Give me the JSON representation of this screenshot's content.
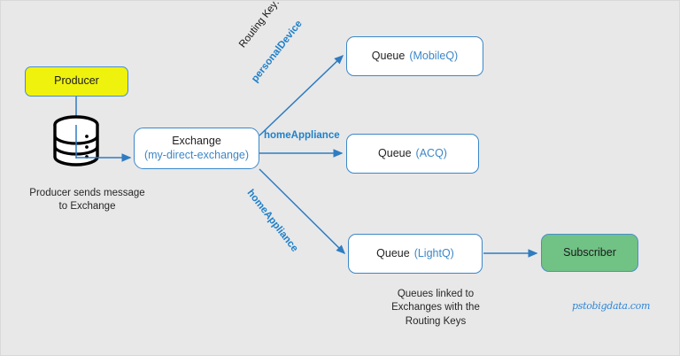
{
  "diagram": {
    "background_color": "#e8e8e9",
    "accent_blue": "#3b87c8",
    "routing_key_blue": "#1f80c8",
    "producer_yellow": "#eff20d",
    "subscriber_green": "#71c285",
    "nodes": {
      "producer": {
        "label": "Producer"
      },
      "database": {
        "icon": "database-cylinder-icon"
      },
      "exchange": {
        "label_main": "Exchange",
        "label_sub": "(my-direct-exchange)"
      },
      "queue_mobile": {
        "label_main": "Queue",
        "label_sub": "(MobileQ)"
      },
      "queue_acq": {
        "label_main": "Queue",
        "label_sub": "(ACQ)"
      },
      "queue_light": {
        "label_main": "Queue",
        "label_sub": "(LightQ)"
      },
      "subscriber": {
        "label": "Subscriber"
      }
    },
    "routing_keys": {
      "prefix": "Routing Key:",
      "top": "personalDevice",
      "middle": "homeAppliance",
      "bottom": "homeAppliance"
    },
    "captions": {
      "producer_note": "Producer sends message to Exchange",
      "producer_note_line1": "Producer sends message",
      "producer_note_line2": "to Exchange",
      "queues_note_line1": "Queues linked to",
      "queues_note_line2": "Exchanges with the",
      "queues_note_line3": "Routing Keys"
    },
    "watermark": "pstobigdata.com"
  }
}
